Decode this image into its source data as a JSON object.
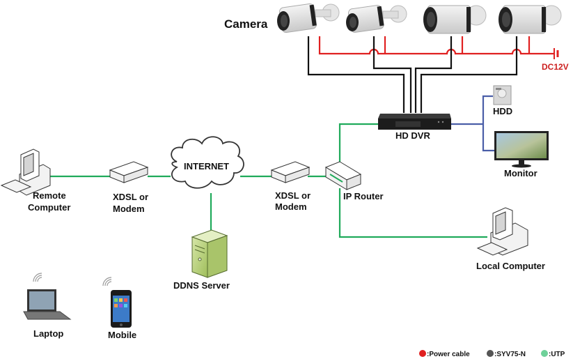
{
  "title": "Camera",
  "colors": {
    "power": "#e02020",
    "coax": "#111111",
    "utp": "#1faa5a",
    "video": "#4a5ea8"
  },
  "nodes": {
    "camera": {
      "label": "Camera",
      "count": 4
    },
    "dc": {
      "label": "DC12V"
    },
    "dvr": {
      "label": "HD DVR"
    },
    "hdd": {
      "label": "HDD"
    },
    "monitor": {
      "label": "Monitor"
    },
    "router": {
      "label": "IP Router"
    },
    "modem_local": {
      "line1": "XDSL or",
      "line2": "Modem"
    },
    "internet": {
      "label": "INTERNET"
    },
    "modem_remote": {
      "line1": "XDSL or",
      "line2": "Modem"
    },
    "remote_computer": {
      "line1": "Remote",
      "line2": "Computer"
    },
    "ddns": {
      "label": "DDNS Server"
    },
    "local_computer": {
      "label": "Local Computer"
    },
    "laptop": {
      "label": "Laptop"
    },
    "mobile": {
      "label": "Mobile"
    }
  },
  "legend": [
    {
      "label": ":Power cable",
      "color": "#e02020",
      "icon": "red-dot-icon"
    },
    {
      "label": ":SYV75-N",
      "color": "#555555",
      "icon": "gray-dot-icon"
    },
    {
      "label": ":UTP",
      "color": "#6fd19a",
      "icon": "green-dot-icon"
    }
  ]
}
